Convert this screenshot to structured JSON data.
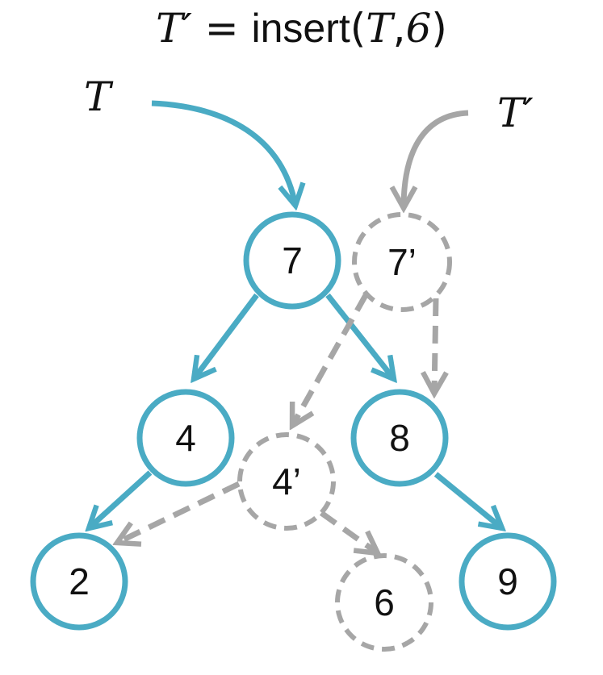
{
  "title": {
    "lhs": "T′",
    "equals": "=",
    "func": "insert",
    "open": "(",
    "arg1": "T",
    "comma": ",",
    "arg2": "6",
    "close": ")"
  },
  "labels": {
    "original": "T",
    "updated": "T′"
  },
  "colors": {
    "original": "#4aabc4",
    "copied": "#a6a6a6",
    "text": "#111111"
  },
  "nodes": {
    "n7": "7",
    "n7prime": "7’",
    "n4": "4",
    "n4prime": "4’",
    "n8": "8",
    "n2": "2",
    "n6": "6",
    "n9": "9"
  }
}
